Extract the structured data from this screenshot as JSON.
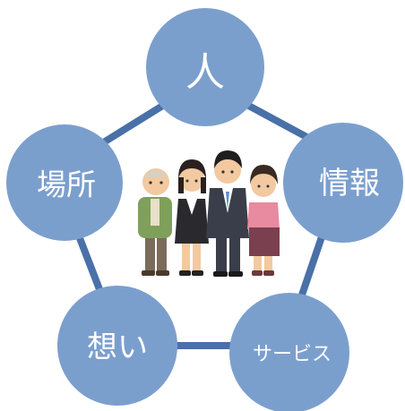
{
  "diagram": {
    "nodes": {
      "top": {
        "label": "人"
      },
      "right": {
        "label": "情報"
      },
      "bottom_right": {
        "label": "サービス"
      },
      "bottom_left": {
        "label": "想い"
      },
      "left": {
        "label": "場所"
      }
    },
    "center_image": {
      "icon": "family-group-illustration"
    },
    "colors": {
      "node_fill": "#7b9fcd",
      "connector": "#4a70a8",
      "label_text": "#ffffff"
    }
  }
}
